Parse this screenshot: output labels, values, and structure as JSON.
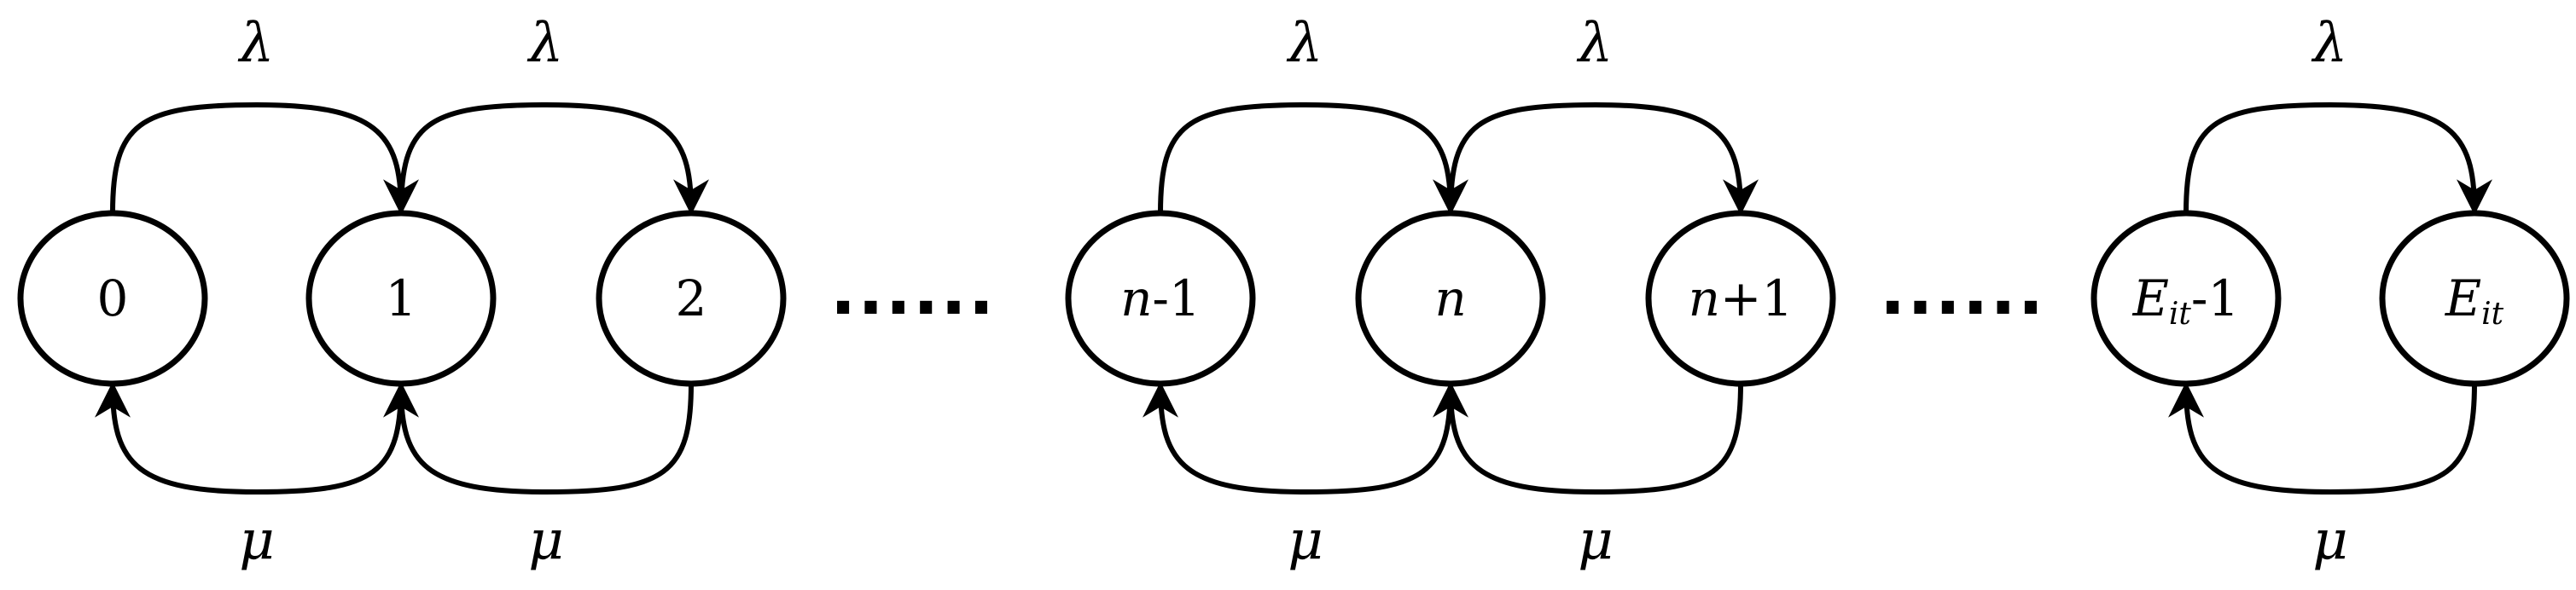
{
  "rates": {
    "arrival": "λ",
    "service": "μ"
  },
  "states": [
    {
      "id": "s0",
      "main": "0",
      "italic": false,
      "sub": "",
      "suffix": ""
    },
    {
      "id": "s1",
      "main": "1",
      "italic": false,
      "sub": "",
      "suffix": ""
    },
    {
      "id": "s2",
      "main": "2",
      "italic": false,
      "sub": "",
      "suffix": ""
    },
    {
      "id": "sn_minus_1",
      "main": "n",
      "italic": true,
      "sub": "",
      "suffix": "-1"
    },
    {
      "id": "sn",
      "main": "n",
      "italic": true,
      "sub": "",
      "suffix": ""
    },
    {
      "id": "sn_plus_1",
      "main": "n",
      "italic": true,
      "sub": "",
      "suffix": "+1"
    },
    {
      "id": "sE_minus_1",
      "main": "E",
      "italic": true,
      "sub": "it",
      "suffix": "-1"
    },
    {
      "id": "sE",
      "main": "E",
      "italic": true,
      "sub": "it",
      "suffix": ""
    }
  ],
  "arrivals": [
    {
      "from": "s0",
      "to": "s1"
    },
    {
      "from": "s1",
      "to": "s2"
    },
    {
      "from": "sn_minus_1",
      "to": "sn"
    },
    {
      "from": "sn",
      "to": "sn_plus_1"
    },
    {
      "from": "sE_minus_1",
      "to": "sE"
    }
  ],
  "services": [
    {
      "from": "s1",
      "to": "s0"
    },
    {
      "from": "s2",
      "to": "s1"
    },
    {
      "from": "sn",
      "to": "sn_minus_1"
    },
    {
      "from": "sn_plus_1",
      "to": "sn"
    },
    {
      "from": "sE",
      "to": "sE_minus_1"
    }
  ],
  "ellipsis": "......"
}
